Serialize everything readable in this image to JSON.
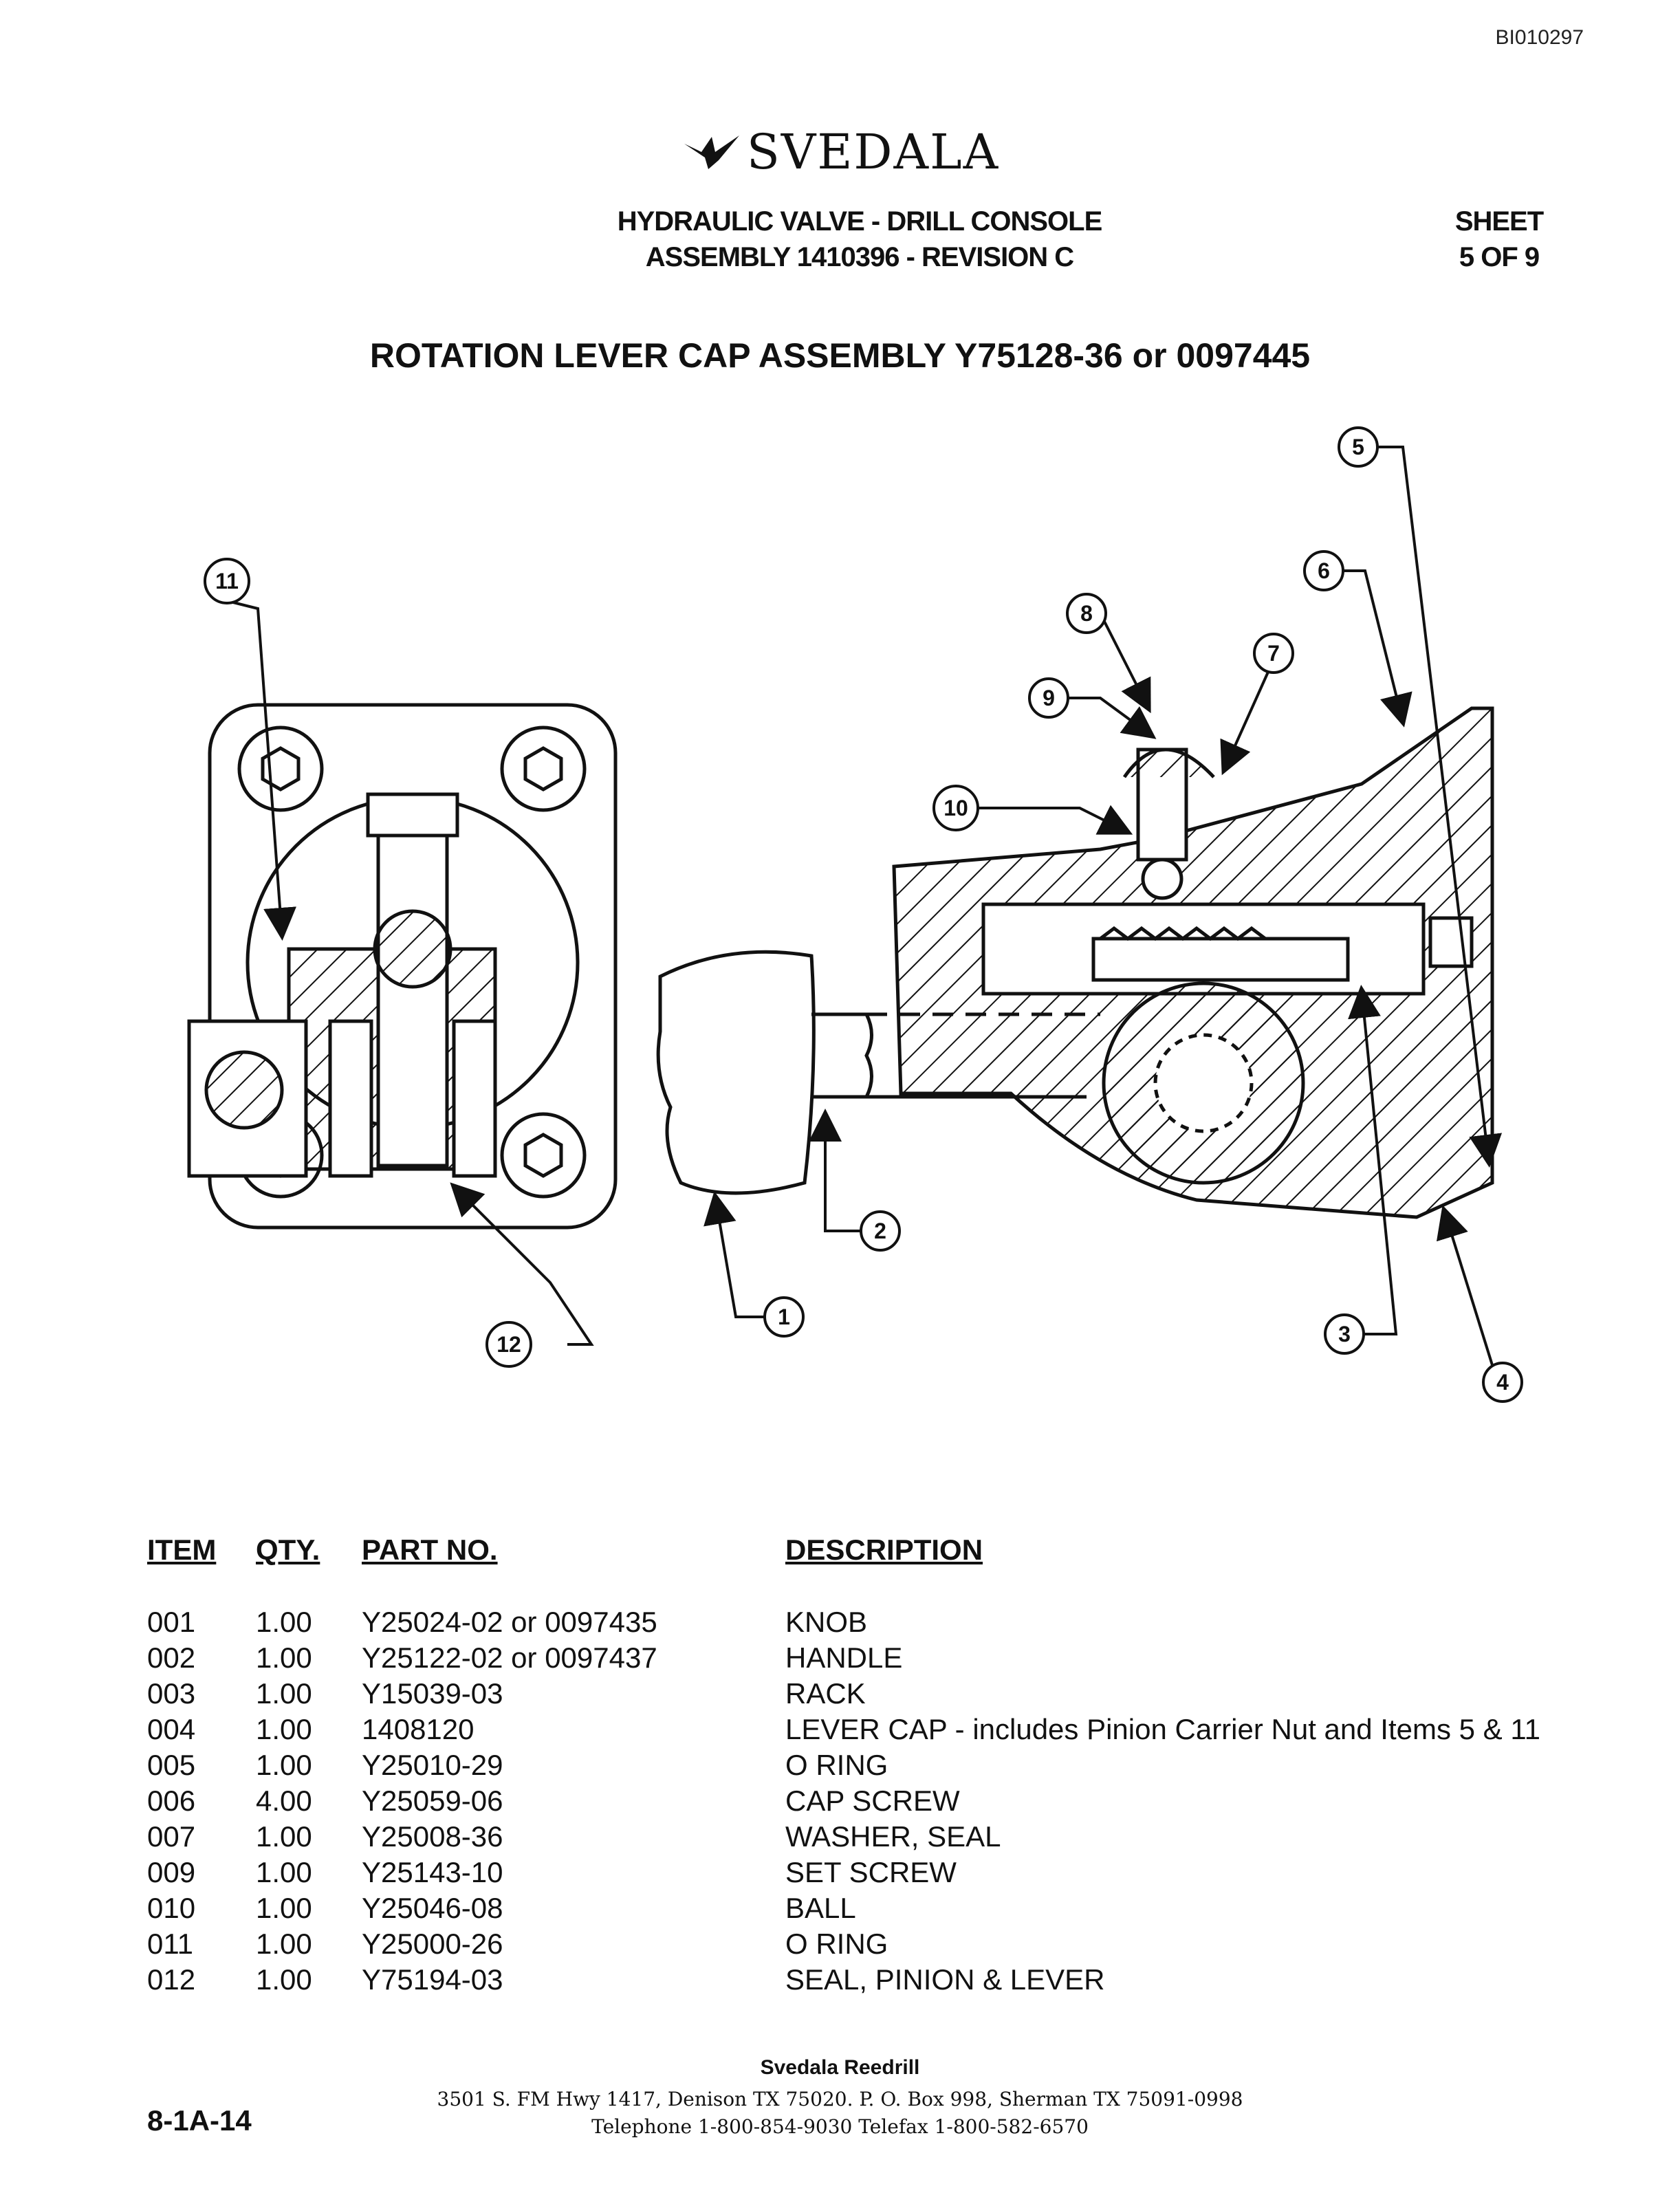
{
  "doc_id": "BI010297",
  "logo": {
    "text": "SVEDALA",
    "icon": "svedala-bird-logo"
  },
  "header": {
    "title_line1": "HYDRAULIC VALVE - DRILL CONSOLE",
    "title_line2": "ASSEMBLY 1410396 - REVISION C",
    "sheet_line1": "SHEET",
    "sheet_line2": "5 OF 9"
  },
  "main_title": "ROTATION LEVER CAP ASSEMBLY  Y75128-36 or 0097445",
  "callouts": [
    "1",
    "2",
    "3",
    "4",
    "5",
    "6",
    "7",
    "8",
    "9",
    "10",
    "11",
    "12"
  ],
  "table": {
    "headers": {
      "item": "ITEM",
      "qty": "QTY.",
      "part": "PART NO.",
      "desc": "DESCRIPTION"
    },
    "rows": [
      {
        "item": "001",
        "qty": "1.00",
        "part": "Y25024-02 or 0097435",
        "desc": "KNOB"
      },
      {
        "item": "002",
        "qty": "1.00",
        "part": "Y25122-02 or 0097437",
        "desc": "HANDLE"
      },
      {
        "item": "003",
        "qty": "1.00",
        "part": "Y15039-03",
        "desc": "RACK"
      },
      {
        "item": "004",
        "qty": "1.00",
        "part": "1408120",
        "desc": "LEVER CAP - includes Pinion Carrier Nut and Items 5 & 11"
      },
      {
        "item": "005",
        "qty": "1.00",
        "part": "Y25010-29",
        "desc": "O RING"
      },
      {
        "item": "006",
        "qty": "4.00",
        "part": "Y25059-06",
        "desc": "CAP SCREW"
      },
      {
        "item": "007",
        "qty": "1.00",
        "part": "Y25008-36",
        "desc": "WASHER, SEAL"
      },
      {
        "item": "009",
        "qty": "1.00",
        "part": "Y25143-10",
        "desc": "SET SCREW"
      },
      {
        "item": "010",
        "qty": "1.00",
        "part": "Y25046-08",
        "desc": "BALL"
      },
      {
        "item": "011",
        "qty": "1.00",
        "part": "Y25000-26",
        "desc": "O RING"
      },
      {
        "item": "012",
        "qty": "1.00",
        "part": "Y75194-03",
        "desc": "SEAL, PINION & LEVER"
      }
    ]
  },
  "footer": {
    "company": "Svedala Reedrill",
    "address_line1": "3501 S. FM Hwy 1417, Denison TX  75020.   P. O. Box 998, Sherman TX  75091-0998",
    "address_line2": "Telephone 1-800-854-9030 Telefax 1-800-582-6570",
    "page": "8-1A-14"
  }
}
